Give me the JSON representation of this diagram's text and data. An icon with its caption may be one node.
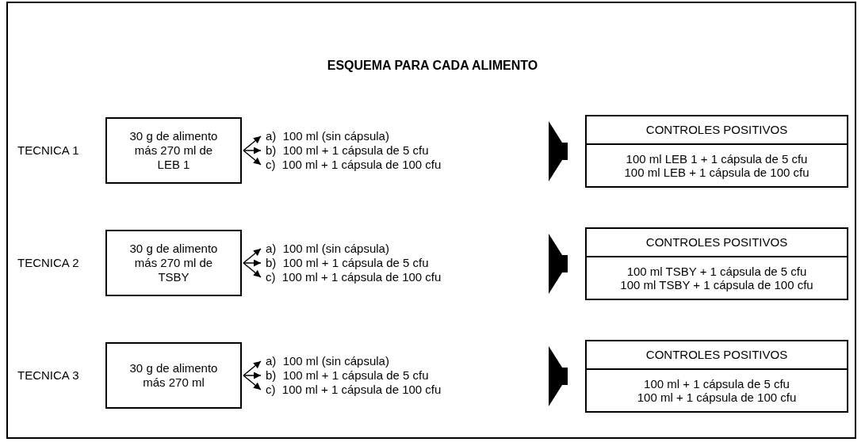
{
  "diagram": {
    "title": "ESQUEMA PARA CADA ALIMENTO",
    "nodes": [
      {
        "text": [
          "30 g de alimento más 270 ml de LEB 1"
        ]
      },
      {
        "text": [
          "a)  100 ml (sin cápsula)"
        ]
      },
      {
        "text": [
          "b)  100 ml + 1 cápsula de 5 cfu"
        ]
      },
      {
        "text": [
          "c)  100 ml + 1 cápsula de 100 cfu"
        ]
      },
      {
        "text": [
          "CONTROLES POSITIVOS",
          "100 ml LEB 1 + 1 cápsula de 5 cfu",
          "100 ml LEB + 1 cápsula de 100 cfu"
        ]
      },
      {
        "text": [
          "30 g de alimento más 270 ml de TSBY"
        ]
      },
      {
        "text": [
          "a)  100 ml (sin cápsula)"
        ]
      },
      {
        "text": [
          "b)  100 ml + 1 cápsula de 5 cfu"
        ]
      },
      {
        "text": [
          "c)  100 ml + 1 cápsula de 100 cfu"
        ]
      },
      {
        "text": [
          "CONTROLES POSITIVOS",
          "100 ml TSBY + 1 cápsula de 5 cfu",
          "100 ml TSBY + 1 cápsula de 100 cfu"
        ]
      },
      {
        "text": [
          "30 g de alimento más 270 ml"
        ]
      },
      {
        "text": [
          "a)  100 ml (sin cápsula)"
        ]
      },
      {
        "text": [
          "b)  100 ml + 1 cápsula de 5 cfu"
        ]
      },
      {
        "text": [
          "c)  100 ml + 1 cápsula de 100 cfu"
        ]
      },
      {
        "text": [
          "CONTROLES POSITIVOS",
          "100 ml + 1 cápsula de 5 cfu",
          "100 ml + 1 cápsula de 100 cfu"
        ]
      }
    ],
    "edges": [
      {
        "from": 0,
        "to": 1,
        "arrow": "to"
      },
      {
        "from": 0,
        "to": 2,
        "arrow": "to"
      },
      {
        "from": 0,
        "to": 3,
        "arrow": "to"
      },
      {
        "from": null,
        "to": 4,
        "arrow": "to",
        "style": "thick"
      },
      {
        "from": 5,
        "to": 6,
        "arrow": "to"
      },
      {
        "from": 5,
        "to": 7,
        "arrow": "to"
      },
      {
        "from": 5,
        "to": 8,
        "arrow": "to"
      },
      {
        "from": null,
        "to": 9,
        "arrow": "to",
        "style": "thick"
      },
      {
        "from": 10,
        "to": 11,
        "arrow": "to"
      },
      {
        "from": 10,
        "to": 12,
        "arrow": "to"
      },
      {
        "from": 10,
        "to": 13,
        "arrow": "to"
      },
      {
        "from": null,
        "to": 14,
        "arrow": "to",
        "style": "thick"
      }
    ],
    "labels": [
      "TECNICA 1",
      "TECNICA 2",
      "TECNICA 3"
    ]
  }
}
